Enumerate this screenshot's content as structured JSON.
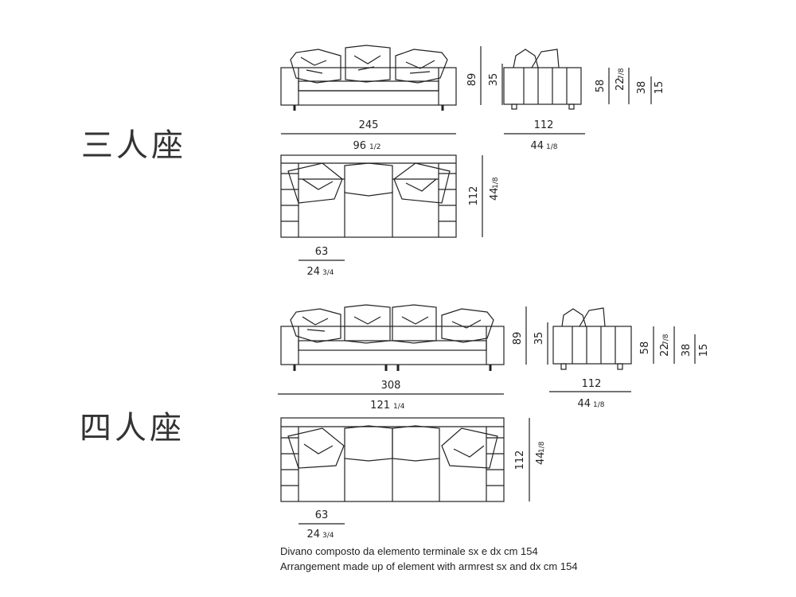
{
  "three_seat": {
    "label": "三人座",
    "front": {
      "width": "245",
      "width_in": "96",
      "width_in_frac": "1/2",
      "height": "89",
      "seat": "35"
    },
    "side": {
      "depth": "112",
      "depth_in": "44",
      "depth_in_frac": "1/8",
      "arm": "58",
      "arm_in": "22",
      "arm_in_frac": "7/8",
      "seat_in": "38",
      "seat_low": "15"
    },
    "top": {
      "depth": "112",
      "depth_in": "44",
      "depth_in_frac": "1/8",
      "module": "63",
      "module_in": "24",
      "module_in_frac": "3/4"
    }
  },
  "four_seat": {
    "label": "四人座",
    "front": {
      "width": "308",
      "width_in": "121",
      "width_in_frac": "1/4",
      "height": "89",
      "seat": "35"
    },
    "side": {
      "depth": "112",
      "depth_in": "44",
      "depth_in_frac": "1/8",
      "arm": "58",
      "arm_in": "22",
      "arm_in_frac": "7/8",
      "seat_in": "38",
      "seat_low": "15"
    },
    "top": {
      "depth": "112",
      "depth_in": "44",
      "depth_in_frac": "1/8",
      "module": "63",
      "module_in": "24",
      "module_in_frac": "3/4"
    }
  },
  "notes": {
    "line1": "Divano composto da elemento terminale sx e dx cm 154",
    "line2": "Arrangement made up of element with armrest sx and dx cm 154"
  }
}
